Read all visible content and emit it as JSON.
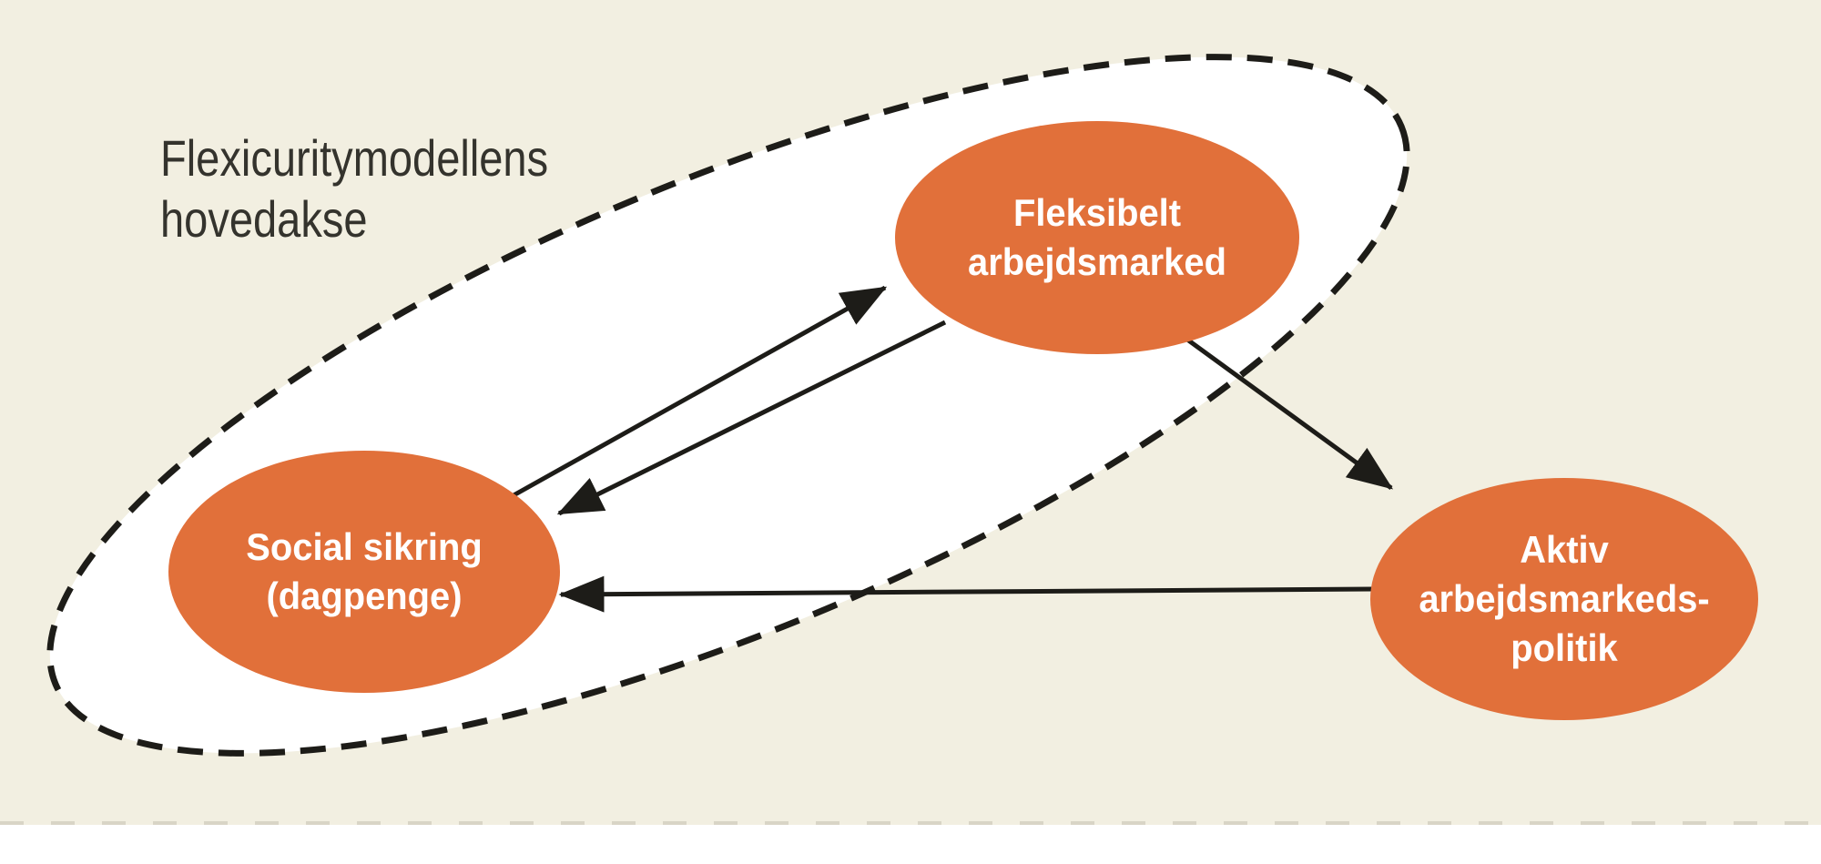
{
  "diagram": {
    "title_line1": "Flexicuritymodellens",
    "title_line2": "hovedakse",
    "nodes": {
      "fleksibelt": {
        "line1": "Fleksibelt",
        "line2": "arbejdsmarked"
      },
      "social": {
        "line1": "Social sikring",
        "line2": "(dagpenge)"
      },
      "aktiv": {
        "line1": "Aktiv",
        "line2": "arbejdsmarkeds-",
        "line3": "politik"
      }
    },
    "edges": [
      {
        "from": "social-sikring",
        "to": "fleksibelt-arbejdsmarked",
        "style": "solid-arrow"
      },
      {
        "from": "fleksibelt-arbejdsmarked",
        "to": "social-sikring",
        "style": "solid-arrow"
      },
      {
        "from": "fleksibelt-arbejdsmarked",
        "to": "aktiv-arbejdsmarkedspolitik",
        "style": "solid-arrow"
      },
      {
        "from": "aktiv-arbejdsmarkedspolitik",
        "to": "social-sikring",
        "style": "solid-arrow"
      }
    ],
    "colors": {
      "background": "#f2efe1",
      "axis_fill": "#ffffff",
      "axis_stroke": "#1d1c18",
      "node_fill": "#e1703a",
      "node_text": "#ffffff",
      "title_text": "#34332d",
      "arrow": "#1d1c18",
      "bottom_rule": "#d9d5c6"
    }
  }
}
